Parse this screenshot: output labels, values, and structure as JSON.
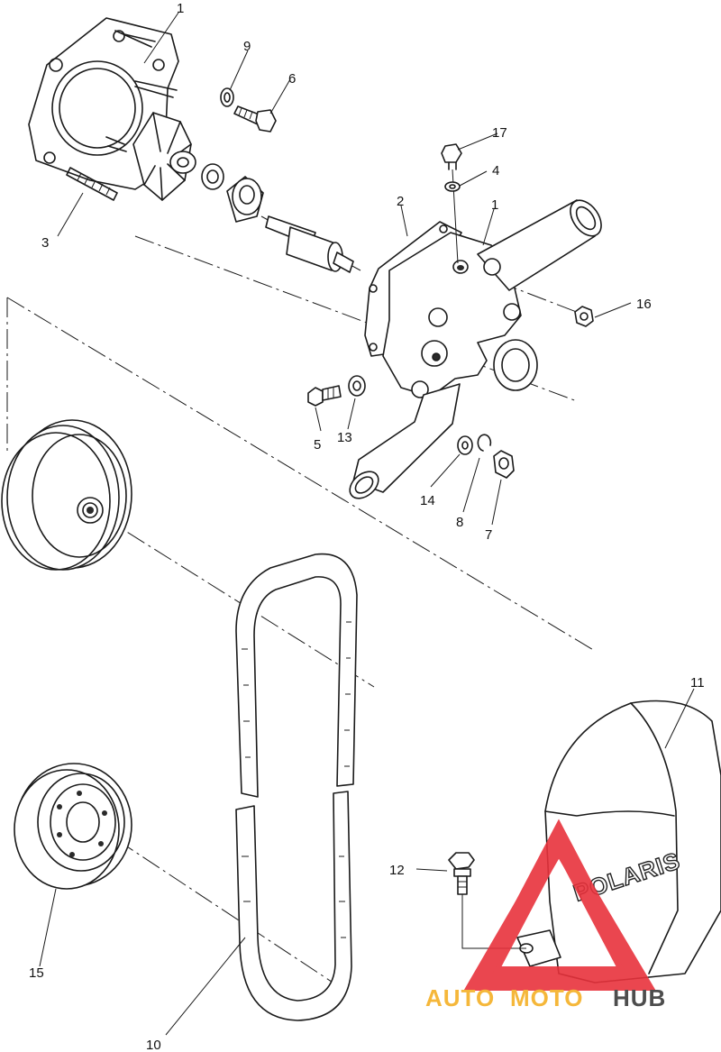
{
  "parts": {
    "p1a": "1",
    "p1b": "1",
    "p2": "2",
    "p3": "3",
    "p4": "4",
    "p5": "5",
    "p6": "6",
    "p7": "7",
    "p8": "8",
    "p9": "9",
    "p10": "10",
    "p11": "11",
    "p12": "12",
    "p13": "13",
    "p14": "14",
    "p15": "15",
    "p16": "16",
    "p17": "17"
  },
  "cover_brand": "POLARIS",
  "watermark": {
    "text_auto": "AUTO",
    "text_moto": "MOTO",
    "text_hub": "HUB",
    "color_primary": "#e8323c",
    "color_secondary": "#f5b025",
    "color_dark": "#3a3a3a"
  }
}
